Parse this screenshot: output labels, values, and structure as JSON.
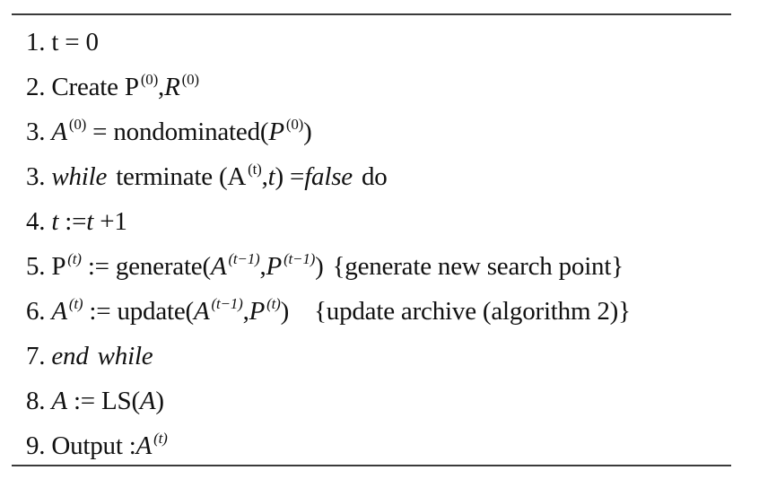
{
  "algorithm": {
    "lines": [
      {
        "num": "1.",
        "text": "t = 0"
      },
      {
        "num": "2.",
        "parts": {
          "a": "Create P",
          "a_sup": "(0)",
          "sep": ",",
          "b": "R",
          "b_sup": "(0)"
        }
      },
      {
        "num": "3.",
        "parts": {
          "lhs": "A",
          "lhs_sup": "(0)",
          "eq": " = nondominated(",
          "arg": "P",
          "arg_sup": "(0)",
          "close": ")"
        }
      },
      {
        "num": "3.",
        "parts": {
          "kw": "while",
          "fn": "terminate (A",
          "fn_sup": "(t)",
          "sep": ",",
          "t": "t",
          "close": ") =",
          "val": "false",
          "kw2": "do"
        }
      },
      {
        "num": "4.",
        "parts": {
          "lhs": "t",
          "op": ":=",
          "rhs": "t",
          "plus": "+1"
        }
      },
      {
        "num": "5.",
        "parts": {
          "lhs": "P",
          "lhs_sup": "(t)",
          "op": ":= generate(",
          "a": "A",
          "a_sup": "(t−1)",
          "sep": ",",
          "b": "P",
          "b_sup": "(t−1)",
          "close": ")",
          "comment": "{generate new search point}"
        }
      },
      {
        "num": "6.",
        "parts": {
          "lhs": "A",
          "lhs_sup": "(t)",
          "op": ":= update(",
          "a": "A",
          "a_sup": "(t−1)",
          "sep": ",",
          "b": "P",
          "b_sup": "(t)",
          "close": ")",
          "comment": "{update archive (algorithm 2)}"
        }
      },
      {
        "num": "7.",
        "parts": {
          "kw": "end",
          "kw2": "while"
        }
      },
      {
        "num": "8.",
        "parts": {
          "lhs": "A",
          "op": ":= LS(",
          "arg": "A",
          "close": ")"
        }
      },
      {
        "num": "9.",
        "parts": {
          "label": "Output :",
          "val": "A",
          "val_sup": "(t)"
        }
      }
    ]
  }
}
